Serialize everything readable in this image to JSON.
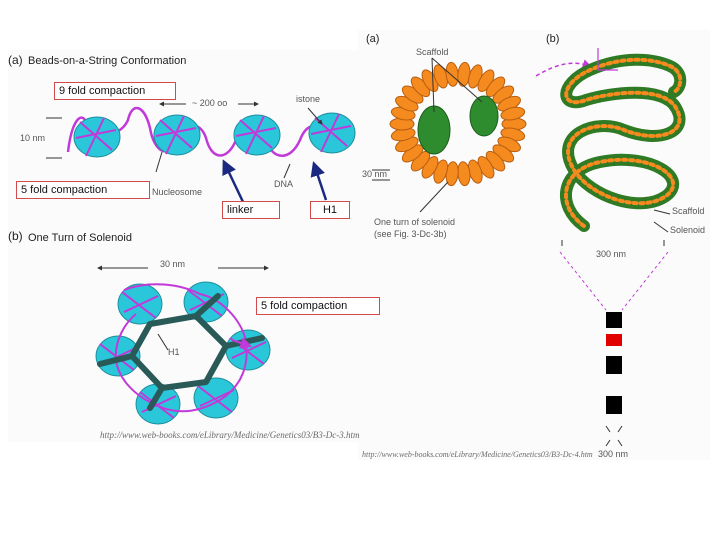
{
  "left_panel": {
    "a_marker": "(a)",
    "a_title": "Beads-on-a-String Conformation",
    "box_9fold": "9 fold compaction",
    "spacing": "~ 200 oo",
    "histone": "istone",
    "size_10nm": "10 nm",
    "box_5fold_top": "5  fold compaction",
    "nucleosome": "Nucleosome",
    "dna": "DNA",
    "box_linker": "linker",
    "box_h1": "H1",
    "b_marker": "(b)",
    "b_title": "One Turn of  Solenoid",
    "size_30nm": "30 nm",
    "h1_small": "H1",
    "box_5fold_mid": "5 fold compaction",
    "url": "http://www.web-books.com/eLibrary/Medicine/Genetics03/B3-Dc-3.htm"
  },
  "right_panel": {
    "a_marker": "(a)",
    "b_marker": "(b)",
    "scaffold_top": "Scaffold",
    "size_30nm": "30 nm",
    "solenoid_turn_1": "One turn of solenoid",
    "solenoid_turn_2": "(see Fig. 3-Dc-3b)",
    "scaffold_right": "Scaffold",
    "solenoid_right": "Solenoid",
    "size_300nm_a": "300 nm",
    "size_300nm_b": "300 nm",
    "url": "http://www.web-books.com/eLibrary/Medicine/Genetics03/B3-Dc-4.htm"
  },
  "colors": {
    "bead": "#29c7d9",
    "dna": "#c13ad9",
    "scaffold_green": "#2f7a25",
    "loop_orange": "#f58a1f",
    "linker_dark": "#2a5a58",
    "box_border": "#d24a4a",
    "band_red": "#e00000"
  }
}
